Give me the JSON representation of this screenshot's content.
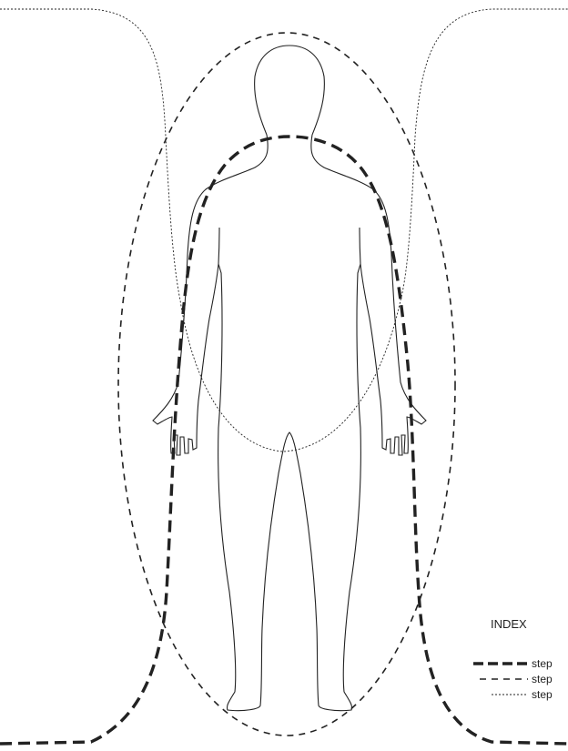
{
  "legend": {
    "title": "INDEX",
    "items": [
      {
        "label": "step",
        "style": "thick-dash"
      },
      {
        "label": "step",
        "style": "medium-dash"
      },
      {
        "label": "step",
        "style": "fine-dash"
      }
    ]
  },
  "colors": {
    "line": "#222222",
    "background": "#ffffff"
  }
}
